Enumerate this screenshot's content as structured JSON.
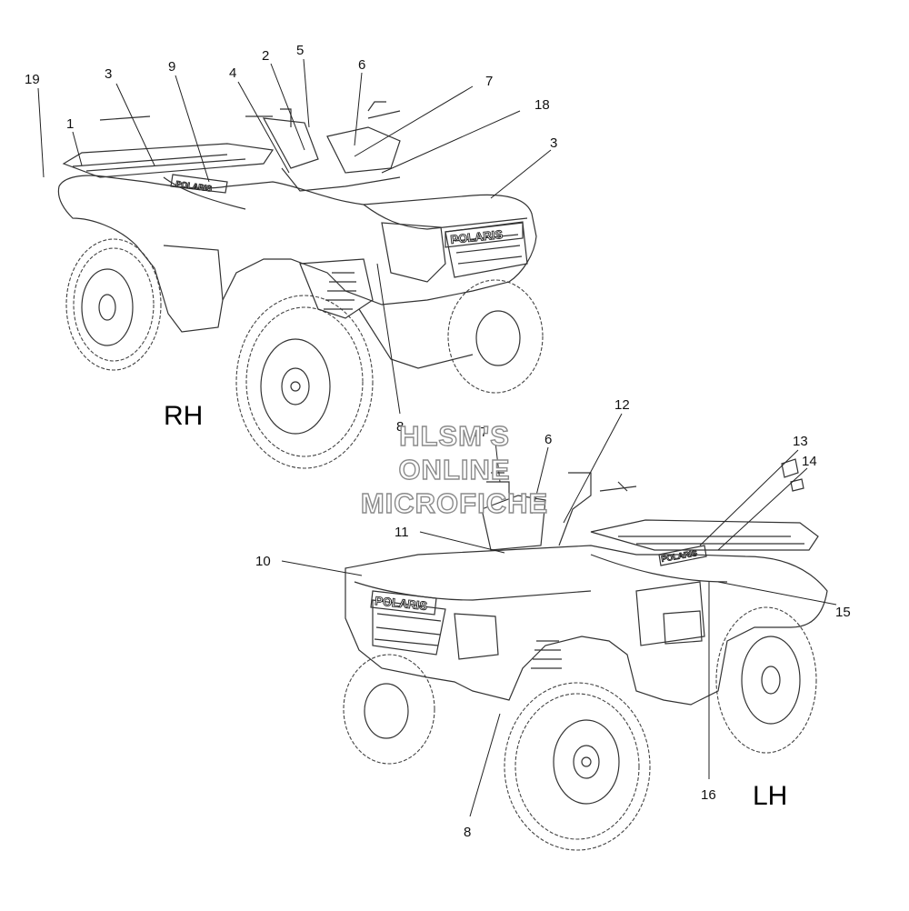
{
  "side_labels": {
    "right": "RH",
    "left": "LH"
  },
  "watermark": [
    "HLSM'S",
    "ONLINE",
    "MICROFICHE"
  ],
  "brand": "POLARIS",
  "callouts_rh": [
    "19",
    "3",
    "1",
    "9",
    "4",
    "2",
    "5",
    "6",
    "7",
    "18",
    "3",
    "8"
  ],
  "callouts_lh": [
    "17",
    "6",
    "12",
    "13",
    "14",
    "10",
    "11",
    "15",
    "16",
    "8"
  ]
}
